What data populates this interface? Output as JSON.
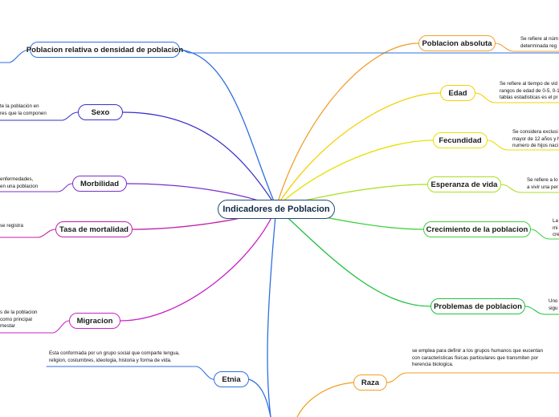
{
  "center": {
    "label": "Indicadores de Poblacion"
  },
  "branches": {
    "poblacion_relativa": {
      "label": "Poblacion relativa o densidad de poblacion",
      "note": []
    },
    "sexo": {
      "label": "Sexo",
      "note": [
        "te la población en",
        "res que la componen"
      ]
    },
    "morbilidad": {
      "label": "Morbilidad",
      "note": [
        "enfermedades,",
        "en una poblacion"
      ]
    },
    "tasa_mortalidad": {
      "label": "Tasa de mortalidad",
      "note": [
        "se registra"
      ]
    },
    "migracion": {
      "label": "Migracion",
      "note": [
        "s de la poblacion",
        "como principal",
        "mestar"
      ]
    },
    "etnia": {
      "label": "Etnia",
      "note": [
        "Esta conformada por un grupo social que comparte lengua,",
        "religion, costumbres, ideologia, historia y forma de vida."
      ]
    },
    "poblacion_absoluta": {
      "label": "Poblacion absoluta",
      "note": [
        "Se refiere al núm",
        "determinada reg"
      ]
    },
    "edad": {
      "label": "Edad",
      "note": [
        "Se refiere al tiempo de vid",
        "rangos de edad de 0-5, 0-1",
        "tablas estadisticas es el pr"
      ]
    },
    "fecundidad": {
      "label": "Fecundidad",
      "note": [
        "Se considera exclusi",
        "mayor de 12 años y h",
        "numero de hijos naci"
      ]
    },
    "esperanza_vida": {
      "label": "Esperanza de vida",
      "note": [
        "Se refiere a lo",
        "a vivir una per"
      ]
    },
    "crecimiento": {
      "label": "Crecimiento de la poblacion",
      "note": [
        "La",
        "mi",
        "cre"
      ]
    },
    "problemas": {
      "label": "Problemas de poblacion",
      "note": [
        "Uno",
        "sigu"
      ]
    },
    "raza": {
      "label": "Raza",
      "note": [
        "se emplea para definir a los grupos humanos que eucentan",
        "con caracteristicas fisicas particulares que transmiten por",
        "herencia biologica."
      ]
    }
  },
  "colors": {
    "center_border": "#1f4e79",
    "poblacion_relativa": "#2f6fe0",
    "sexo": "#3a2fc8",
    "morbilidad": "#7a2fc8",
    "tasa_mortalidad": "#c020a8",
    "migracion": "#c824c8",
    "etnia": "#2f6fe0",
    "poblacion_absoluta": "#f0a030",
    "edad": "#f5d000",
    "fecundidad": "#e8e000",
    "esperanza_vida": "#a8e020",
    "crecimiento": "#40d040",
    "problemas": "#20c040",
    "raza": "#f0a020"
  }
}
